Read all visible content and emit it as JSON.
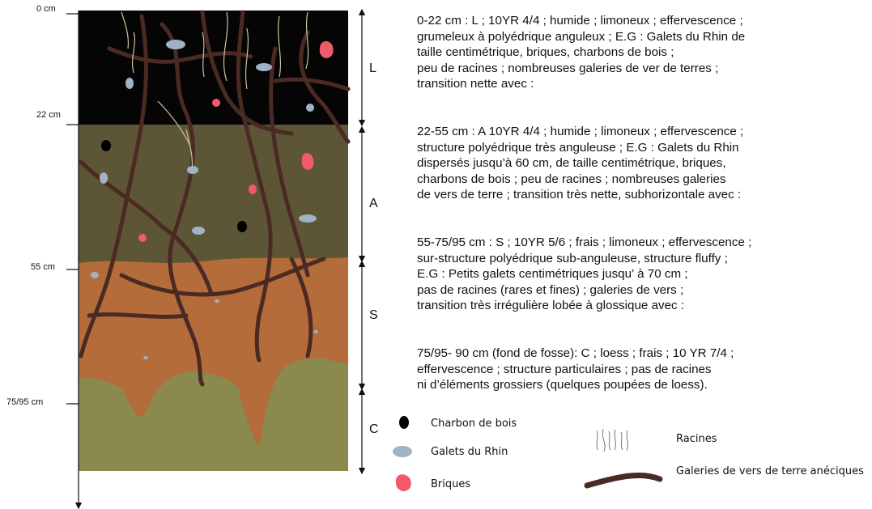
{
  "depth_labels": [
    "0 cm",
    "22 cm",
    "55 cm",
    "75/95 cm"
  ],
  "horizons": [
    {
      "code": "L",
      "color": "#050505",
      "description": "0-22 cm : L ; 10YR 4/4 ; humide ; limoneux ; effervescence ;\ngrumeleux à polyédrique anguleux ; E.G : Galets du Rhin de\ntaille centimétrique, briques, charbons de bois ;\npeu de racines ; nombreuses galeries de ver de terres ;\ntransition nette avec :"
    },
    {
      "code": "A",
      "color": "#5c5636",
      "description": "22-55 cm :  A 10YR 4/4 ; humide ; limoneux ; effervescence ;\nstructure polyédrique très anguleuse ; E.G : Galets du Rhin\ndispersés jusqu’à 60 cm, de taille centimétrique, briques,\ncharbons de bois ; peu de racines ; nombreuses galeries\nde vers de terre ; transition très nette, subhorizontale avec :"
    },
    {
      "code": "S",
      "color": "#b36c3a",
      "description": "55-75/95 cm : S ; 10YR 5/6 ; frais ; limoneux ; effervescence ;\nsur-structure polyédrique sub-anguleuse, structure fluffy ;\nE.G : Petits galets centimétriques jusqu’ à 70 cm ;\npas de racines (rares et fines) ; galeries de vers ;\ntransition très irrégulière lobée à glossique avec :"
    },
    {
      "code": "C",
      "color": "#8a8a4f",
      "description": "75/95- 90 cm (fond de fosse): C ; loess ; frais ; 10 YR 7/4 ;\neffervescence ; structure particulaires ; pas de racines\nni d’éléments grossiers (quelques poupées de loess)."
    }
  ],
  "legend": [
    {
      "label": "Charbon de bois",
      "icon": "charcoal-icon",
      "color": "#000000"
    },
    {
      "label": "Galets du Rhin",
      "icon": "pebble-icon",
      "color": "#9fb3c4"
    },
    {
      "label": "Briques",
      "icon": "brick-icon",
      "color": "#f25a6a"
    },
    {
      "label": "Racines",
      "icon": "roots-icon",
      "color": "#c8c59a"
    },
    {
      "label": "Galeries de vers de terre anéciques",
      "icon": "earthworm-gallery-icon",
      "color": "#4a2a22"
    }
  ]
}
